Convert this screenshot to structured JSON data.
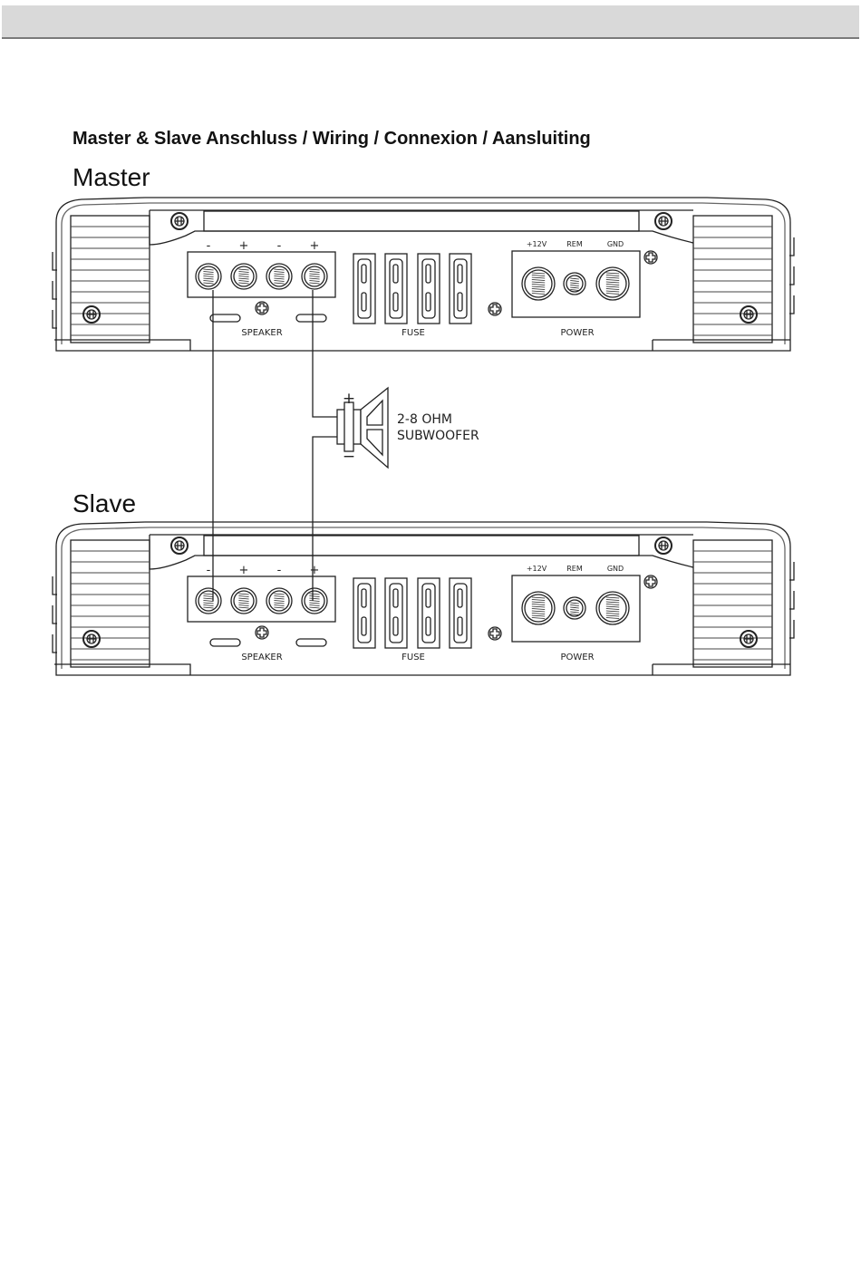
{
  "heading": "Master & Slave Anschluss / Wiring / Connexion / Aansluiting",
  "amps": [
    {
      "label": "Master"
    },
    {
      "label": "Slave"
    }
  ],
  "panel": {
    "speaker_polarity": [
      "-",
      "+",
      "-",
      "+"
    ],
    "speaker_label": "SPEAKER",
    "fuse_label": "FUSE",
    "power_terminals": [
      "+12V",
      "REM",
      "GND"
    ],
    "power_label": "POWER"
  },
  "subwoofer": {
    "plus": "+",
    "minus": "−",
    "line1": "2-8 OHM",
    "line2": "SUBWOOFER"
  }
}
